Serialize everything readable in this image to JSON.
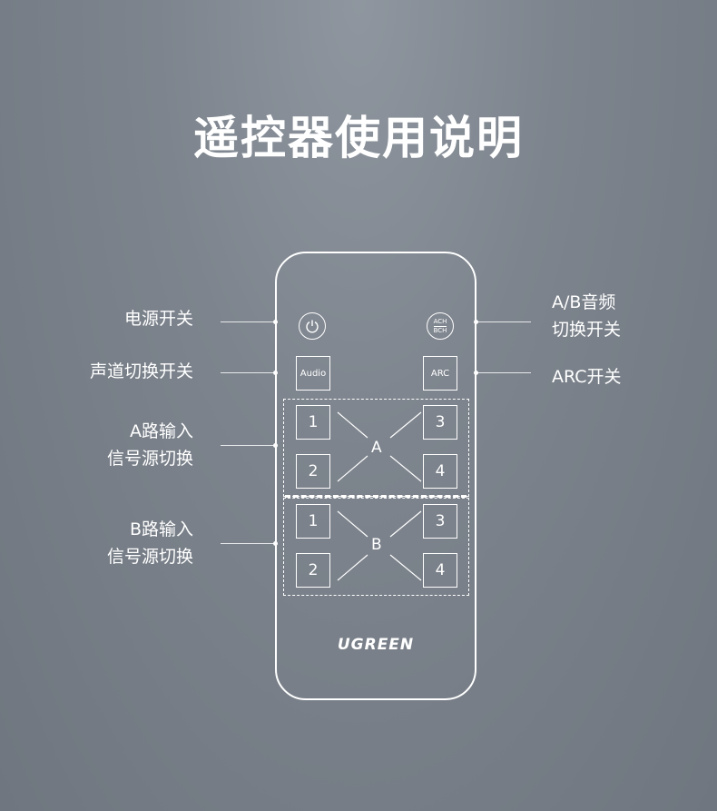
{
  "title": "遥控器使用说明",
  "labels": {
    "power": "电源开关",
    "audio_switch": "声道切换开关",
    "a_input_line1": "A路输入",
    "a_input_line2": "信号源切换",
    "b_input_line1": "B路输入",
    "b_input_line2": "信号源切换",
    "ab_audio_line1": "A/B音频",
    "ab_audio_line2": "切换开关",
    "arc": "ARC开关"
  },
  "remote": {
    "audio_button": "Audio",
    "arc_button": "ARC",
    "ach": "ACH",
    "bch": "BCH",
    "group_a": {
      "letter": "A",
      "buttons": [
        "1",
        "2",
        "3",
        "4"
      ]
    },
    "group_b": {
      "letter": "B",
      "buttons": [
        "1",
        "2",
        "3",
        "4"
      ]
    },
    "brand": "UGREEN"
  },
  "icons": {
    "power": "power-icon"
  },
  "colors": {
    "background": "#7d848d",
    "line": "#ffffff"
  }
}
